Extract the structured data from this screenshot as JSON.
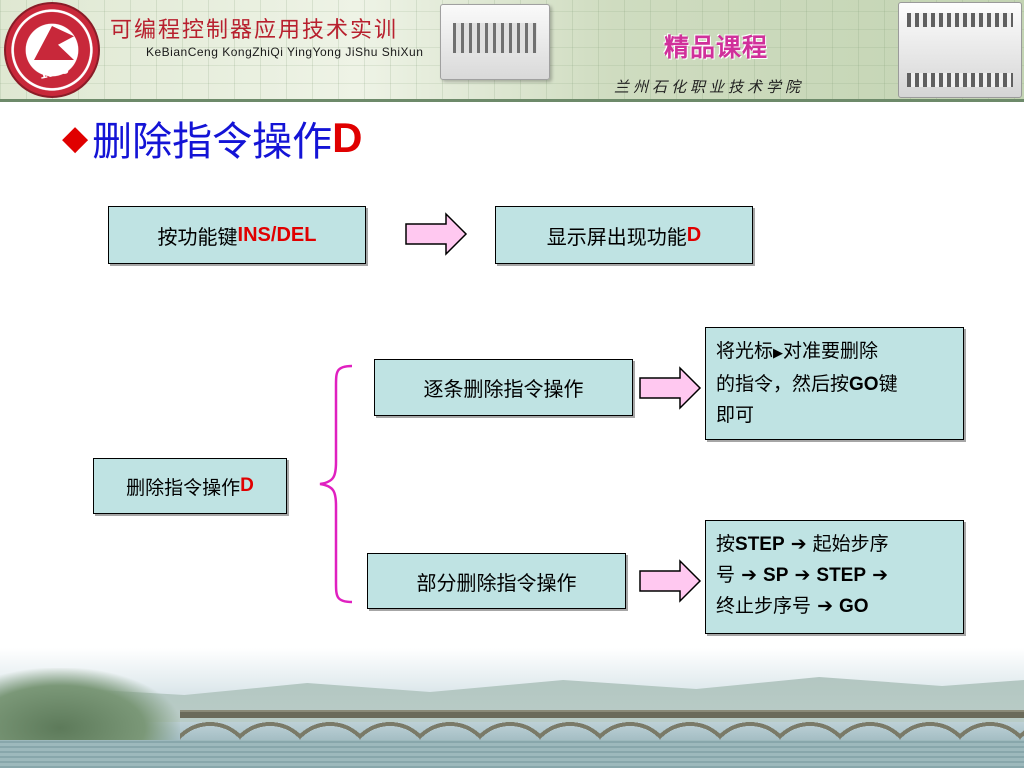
{
  "header": {
    "title_cn": "可编程控制器应用技术实训",
    "title_pinyin": "KeBianCeng  KongZhiQi  YingYong  JiShu  ShiXun",
    "logo_year": "1958",
    "badge": "精品课程",
    "school": "兰州石化职业技术学院"
  },
  "heading": {
    "bullet": "◆",
    "text": "删除指令操作",
    "suffix": "D"
  },
  "flow_top": {
    "box1_text": "按功能键",
    "box1_key": "INS/DEL",
    "box2_text": "显示屏出现功能",
    "box2_key": "D"
  },
  "tree": {
    "root_text": "删除指令操作",
    "root_key": "D",
    "branch1": "逐条删除指令操作",
    "branch2": "部分删除指令操作",
    "note1": {
      "line1a": "将光标",
      "cursor_glyph": "▶",
      "line1b": "对准要删除",
      "line2a": "的指令，然后按",
      "line2_key": "GO",
      "line2b": "键",
      "line3": "即可"
    },
    "note2": {
      "l1a": "按",
      "k_step": "STEP",
      "arrow": "➔",
      "l1b": "起始步序",
      "l2a": "号",
      "k_sp": "SP",
      "k_step2": "STEP",
      "l3a": "终止步序号",
      "k_go": "GO"
    }
  },
  "colors": {
    "heading": "#1414d6",
    "accent_red": "#e00000",
    "box_fill": "#bfe3e3",
    "arrow_fill": "#ffc8f0",
    "brace": "#e020c0"
  }
}
